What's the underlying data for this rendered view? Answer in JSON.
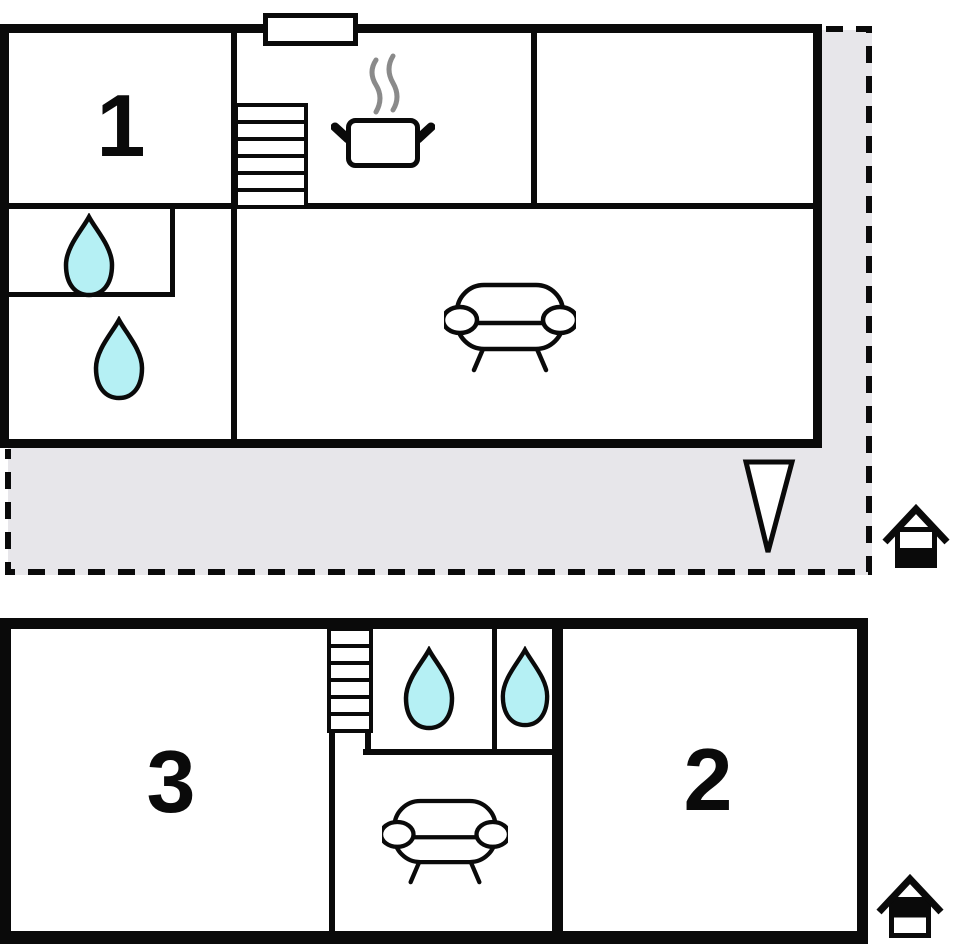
{
  "colors": {
    "wall": "#0a0a0a",
    "water": "#b5f0f4",
    "terrace": "#e7e6ea",
    "steam": "#8a8a8a"
  },
  "ground_floor_plan": {
    "room_number": "1",
    "icons": [
      "chimney",
      "stairs-icon",
      "cooking-pot-icon",
      "steam-icon",
      "water-drop-icon",
      "water-drop-icon",
      "sofa-icon",
      "entrance-arrow-icon",
      "house-level-icon-ground"
    ]
  },
  "upper_floor_plan": {
    "room_numbers": [
      "3",
      "2"
    ],
    "icons": [
      "stairs-icon",
      "water-drop-icon",
      "water-drop-icon",
      "sofa-icon",
      "house-level-icon-upper"
    ]
  }
}
